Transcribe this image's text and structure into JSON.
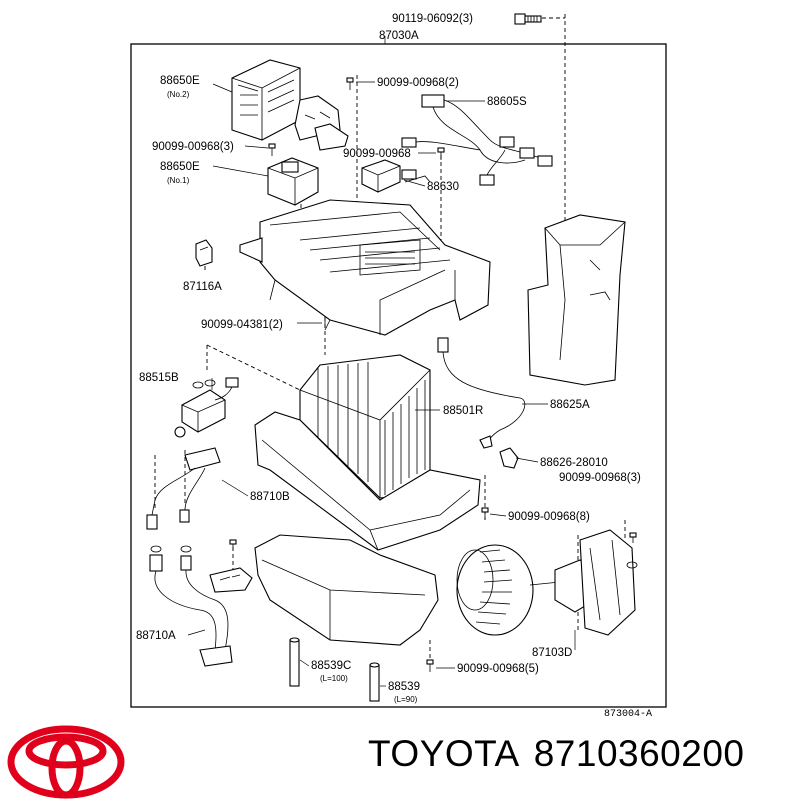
{
  "diagram": {
    "labels": {
      "bolt_top": "90119-06092(3)",
      "unit_assy": "87030A",
      "amp_no2": "88650E",
      "amp_no2_sub": "(No.2)",
      "screw_a": "90099-00968(2)",
      "harness": "88605S",
      "screw_b": "90099-00968(3)",
      "screw_c": "90099-00968",
      "amp_no1": "88650E",
      "amp_no1_sub": "(No.1)",
      "relay": "88630",
      "clip": "87116A",
      "screw_d": "90099-04381(2)",
      "exp_valve": "88515B",
      "evaporator": "88501R",
      "thermistor": "88625A",
      "thermistor_clamp": "88626-28010",
      "screw_e": "90099-00968(3)",
      "pipe_b": "88710B",
      "screw_f": "90099-00968(8)",
      "pipe_a": "88710A",
      "drain_c": "88539C",
      "drain_c_len": "(L=100)",
      "blower_motor": "87103D",
      "screw_g": "90099-00968(5)",
      "drain": "88539",
      "drain_len": "(L=90)",
      "figure_code": "873004-A"
    }
  },
  "brand": {
    "name": "TOYOTA",
    "part_number": "8710360200",
    "logo_color": "#e0001b"
  }
}
